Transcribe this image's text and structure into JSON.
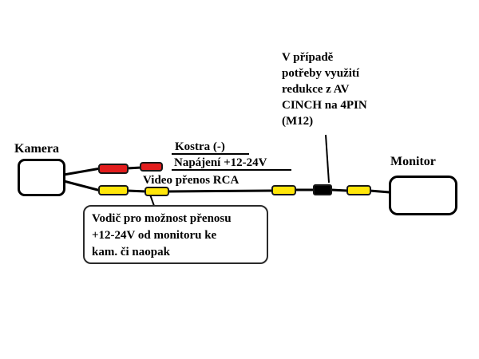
{
  "diagram": {
    "camera": {
      "label": "Kamera"
    },
    "monitor": {
      "label": "Monitor"
    },
    "wire_labels": {
      "ground": "Kostra (-)",
      "power": "Napájení +12-24V",
      "video": "Video přenos RCA"
    },
    "adapter_note": {
      "lines": [
        "V případě",
        "potřeby využití",
        "redukce z AV",
        "CINCH na 4PIN",
        "(M12)"
      ]
    },
    "callout": {
      "lines": [
        "Vodič pro možnost přenosu",
        "+12-24V od monitoru ke",
        "kam. či naopak"
      ]
    },
    "connectors": {
      "camera_power_plug": "red",
      "extension_power_plug": "red",
      "camera_video_plug": "yellow",
      "extension_video_plug": "yellow",
      "cable_video_plug": "yellow",
      "adapter_plug": "black",
      "monitor_video_plug": "yellow"
    },
    "colors": {
      "red": "#e21d1d",
      "yellow": "#ffe60a",
      "black": "#000000",
      "wire": "#000000",
      "background": "#ffffff"
    }
  }
}
